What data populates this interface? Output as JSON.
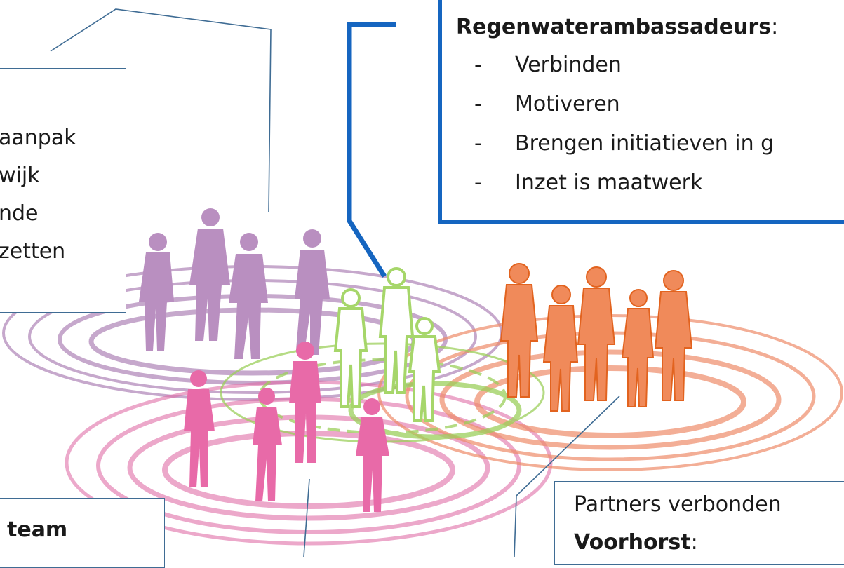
{
  "colors": {
    "purple_group": "#b98fc0",
    "green_group": "#a6d66a",
    "pink_group": "#e86aa8",
    "orange_group": "#f08a5a",
    "blue_bracket": "#1565c0",
    "callout_line": "#3f6c94"
  },
  "left_box": {
    "lines": [
      "aanpak",
      "wijk",
      "nde",
      "zetten"
    ]
  },
  "ambassador_box": {
    "title": "Regenwaterambassadeurs",
    "title_suffix": ":",
    "items": [
      "Verbinden",
      "Motiveren",
      "Brengen initiatieven in g",
      "Inzet is maatwerk"
    ],
    "bullet": "-"
  },
  "team_box": {
    "label": "team"
  },
  "partners_box": {
    "line1": "Partners verbonden",
    "line2_bold": "Voorhorst",
    "line2_suffix": ":"
  },
  "groups": [
    {
      "name": "purple",
      "icon": "people-group-icon"
    },
    {
      "name": "green",
      "icon": "people-group-icon"
    },
    {
      "name": "pink",
      "icon": "people-group-icon"
    },
    {
      "name": "orange",
      "icon": "people-group-icon"
    }
  ]
}
